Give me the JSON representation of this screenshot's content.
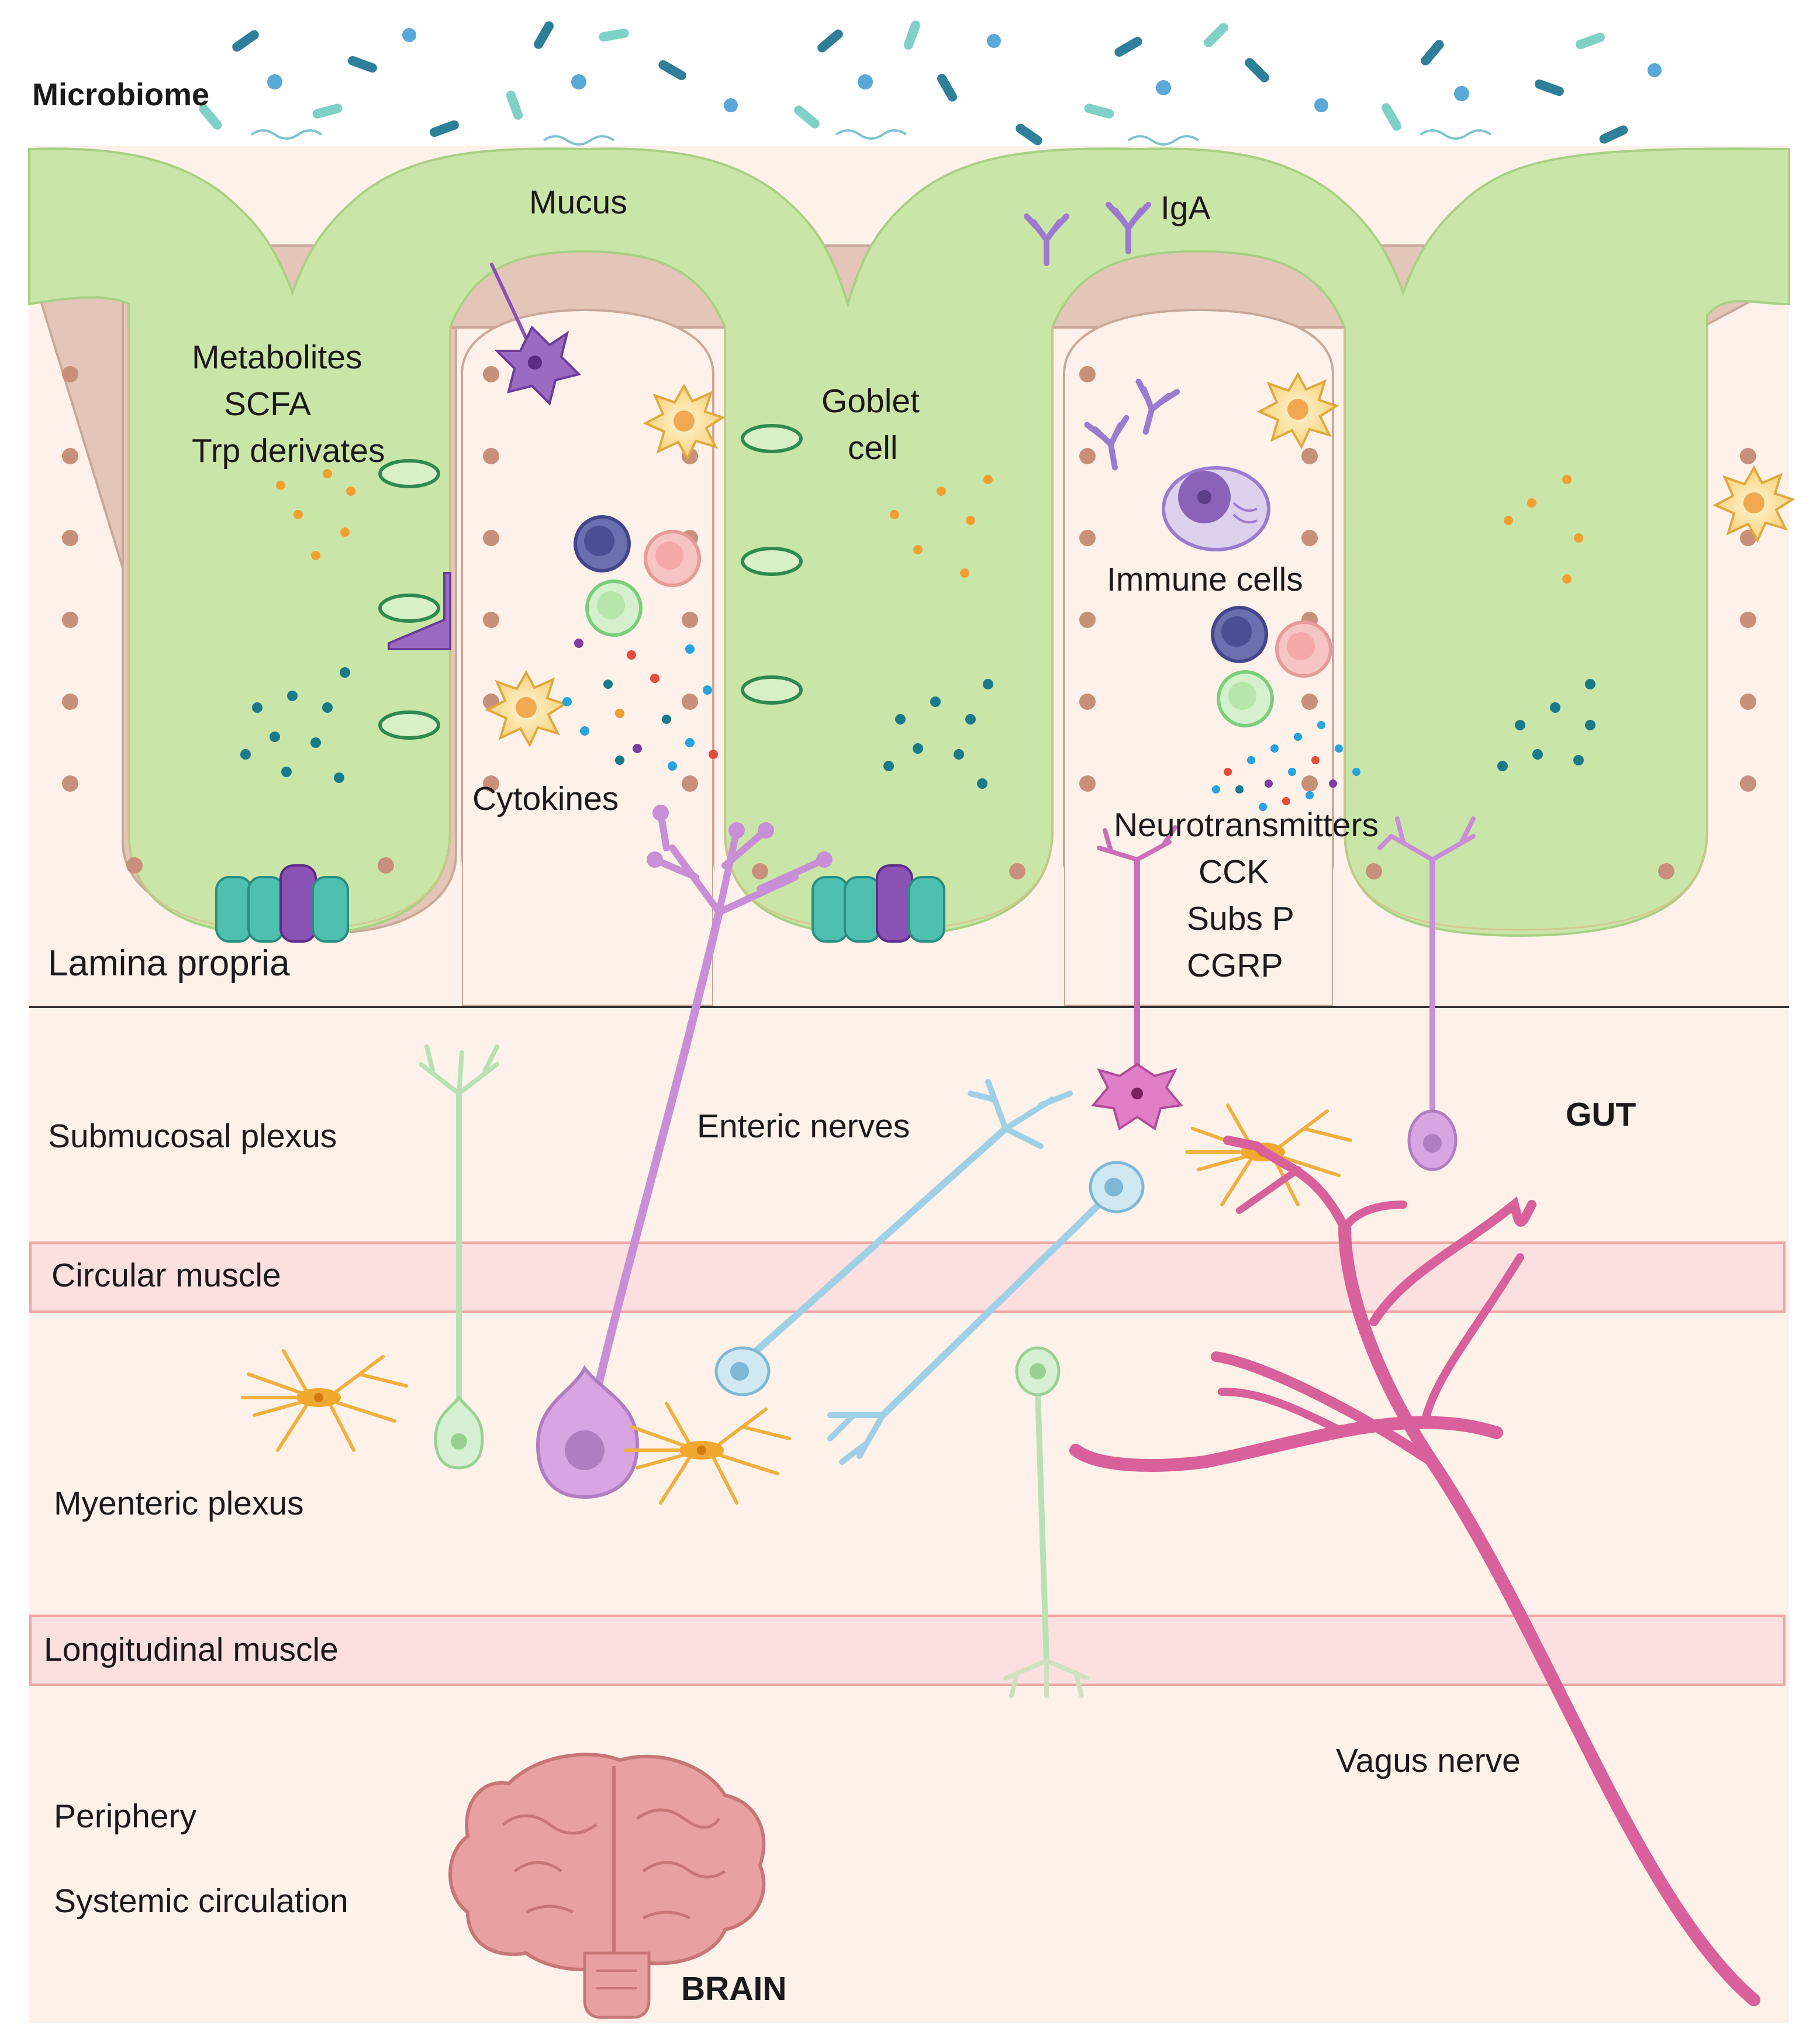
{
  "labels": {
    "microbiome": "Microbiome",
    "mucus": "Mucus",
    "iga": "IgA",
    "metabolites": "Metabolites",
    "scfa": "SCFA",
    "trp": "Trp derivates",
    "goblet_1": "Goblet",
    "goblet_2": "cell",
    "immune_cells": "Immune cells",
    "cytokines": "Cytokines",
    "neurotransmitters": "Neurotransmitters",
    "cck": "CCK",
    "subs_p": "Subs P",
    "cgrp": "CGRP",
    "lamina_propria": "Lamina propria",
    "submucosal_plexus": "Submucosal plexus",
    "enteric_nerves": "Enteric nerves",
    "gut": "GUT",
    "circular_muscle": "Circular muscle",
    "myenteric_plexus": "Myenteric plexus",
    "longitudinal_muscle": "Longitudinal muscle",
    "vagus_nerve": "Vagus nerve",
    "periphery": "Periphery",
    "systemic_circulation": "Systemic circulation",
    "brain": "BRAIN"
  },
  "colors": {
    "mucus": "#c9e6a8",
    "epithelium": "#e3c6b8",
    "tissue": "#fdf1ea",
    "muscle_band": "#fbe0df",
    "muscle_border": "#f0a6a6",
    "vagus": "#d8609b",
    "neuron_purple": "#c98fd6",
    "neuron_blue": "#9fd0e6",
    "neuron_green": "#b8e2b6",
    "glia": "#f0b040",
    "brain": "#e9a0a0"
  },
  "icons": [
    "bacteria-icon",
    "antibody-icon",
    "dendritic-cell-icon",
    "goblet-cell-icon",
    "plasma-cell-icon",
    "neuron-icon",
    "glial-cell-icon",
    "brain-icon"
  ]
}
